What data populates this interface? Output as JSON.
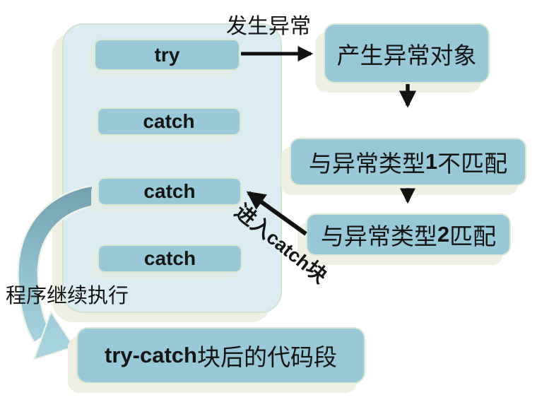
{
  "colors": {
    "box-fill": "#96cadb",
    "container-fill": "#dbedf3",
    "box-border": "#d9e9d3",
    "container-border": "#cfe5d2",
    "shadow": "#f0efe3",
    "inner-shadow": "#e2edea",
    "text": "#141414",
    "arrow-black": "#121212",
    "arrow-gray": "#8c8c8c",
    "curve-start": "#6d9eae",
    "curve-mid": "#8fc2d2",
    "curve-end": "#abd6e2",
    "curve-outline": "#eef4e9"
  },
  "try_block": {
    "try_label": "try",
    "catch1_label": "catch",
    "catch2_label": "catch",
    "catch3_label": "catch"
  },
  "flow": {
    "exception_occurs_label": "发生异常",
    "create_exception_box": "产生异常对象",
    "type1_box": {
      "prefix": "与异常类型",
      "num": "1",
      "suffix": "不匹配"
    },
    "type2_box": {
      "prefix": "与异常类型",
      "num": "2",
      "suffix": "匹配"
    },
    "enter_catch_label": {
      "zh_prefix": "进入",
      "en": "catch",
      "zh_suffix": "块"
    },
    "continue_label": "程序继续执行",
    "after_box": {
      "en": "try-catch",
      "zh": " 块后的代码段"
    }
  }
}
